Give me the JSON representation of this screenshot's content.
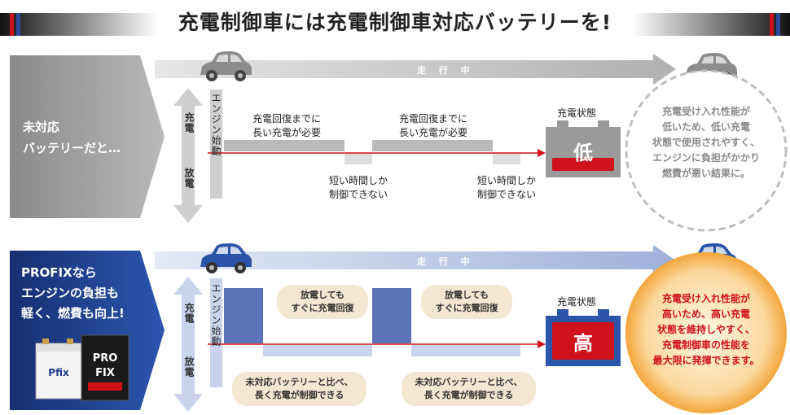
{
  "title": "充電制御車には充電制御車対応バッテリーを!",
  "top": {
    "left_label_line1": "未対応",
    "left_label_line2": "バッテリーだと…",
    "driving_label": "走 行 中",
    "charge_label": "充電",
    "discharge_label": "放電",
    "engine_start": "エンジン始動",
    "note1_line1": "充電回復までに",
    "note1_line2": "長い充電が必要",
    "note2_line1": "充電回復までに",
    "note2_line2": "長い充電が必要",
    "note3_line1": "短い時間しか",
    "note3_line2": "制御できない",
    "note4_line1": "短い時間しか",
    "note4_line2": "制御できない",
    "status_label": "充電状態",
    "status_value": "低",
    "result_lines": [
      "充電受け入れ性能が",
      "低いため、低い充電",
      "状態で使用されやすく、",
      "エンジンに負担がかかり",
      "燃費が悪い結果に。"
    ]
  },
  "bottom": {
    "left_label_line1": "PROFIXなら",
    "left_label_line2": "エンジンの負担も",
    "left_label_line3": "軽く、燃費も向上!",
    "driving_label": "走 行 中",
    "charge_label": "充電",
    "discharge_label": "放電",
    "engine_start": "エンジン始動",
    "bubble1_line1": "放電しても",
    "bubble1_line2": "すぐに充電回復",
    "bubble2_line1": "放電しても",
    "bubble2_line2": "すぐに充電回復",
    "bubble3_line1": "未対応バッテリーと比べ、",
    "bubble3_line2": "長く充電が制御できる",
    "bubble4_line1": "未対応バッテリーと比べ、",
    "bubble4_line2": "長く充電が制御できる",
    "status_label": "充電状態",
    "status_value": "高",
    "result_lines": [
      "充電受け入れ性能が",
      "高いため、高い充電",
      "状態を維持しやすく、",
      "充電制御車の性能を",
      "最大限に発揮できます。"
    ]
  },
  "colors": {
    "gray_arrow": "#9b9b9b",
    "navy_arrow": "#1d3b86",
    "red_line": "#d0121b",
    "result_orange": "#f4820f",
    "result_text_red": "#d0121b"
  }
}
